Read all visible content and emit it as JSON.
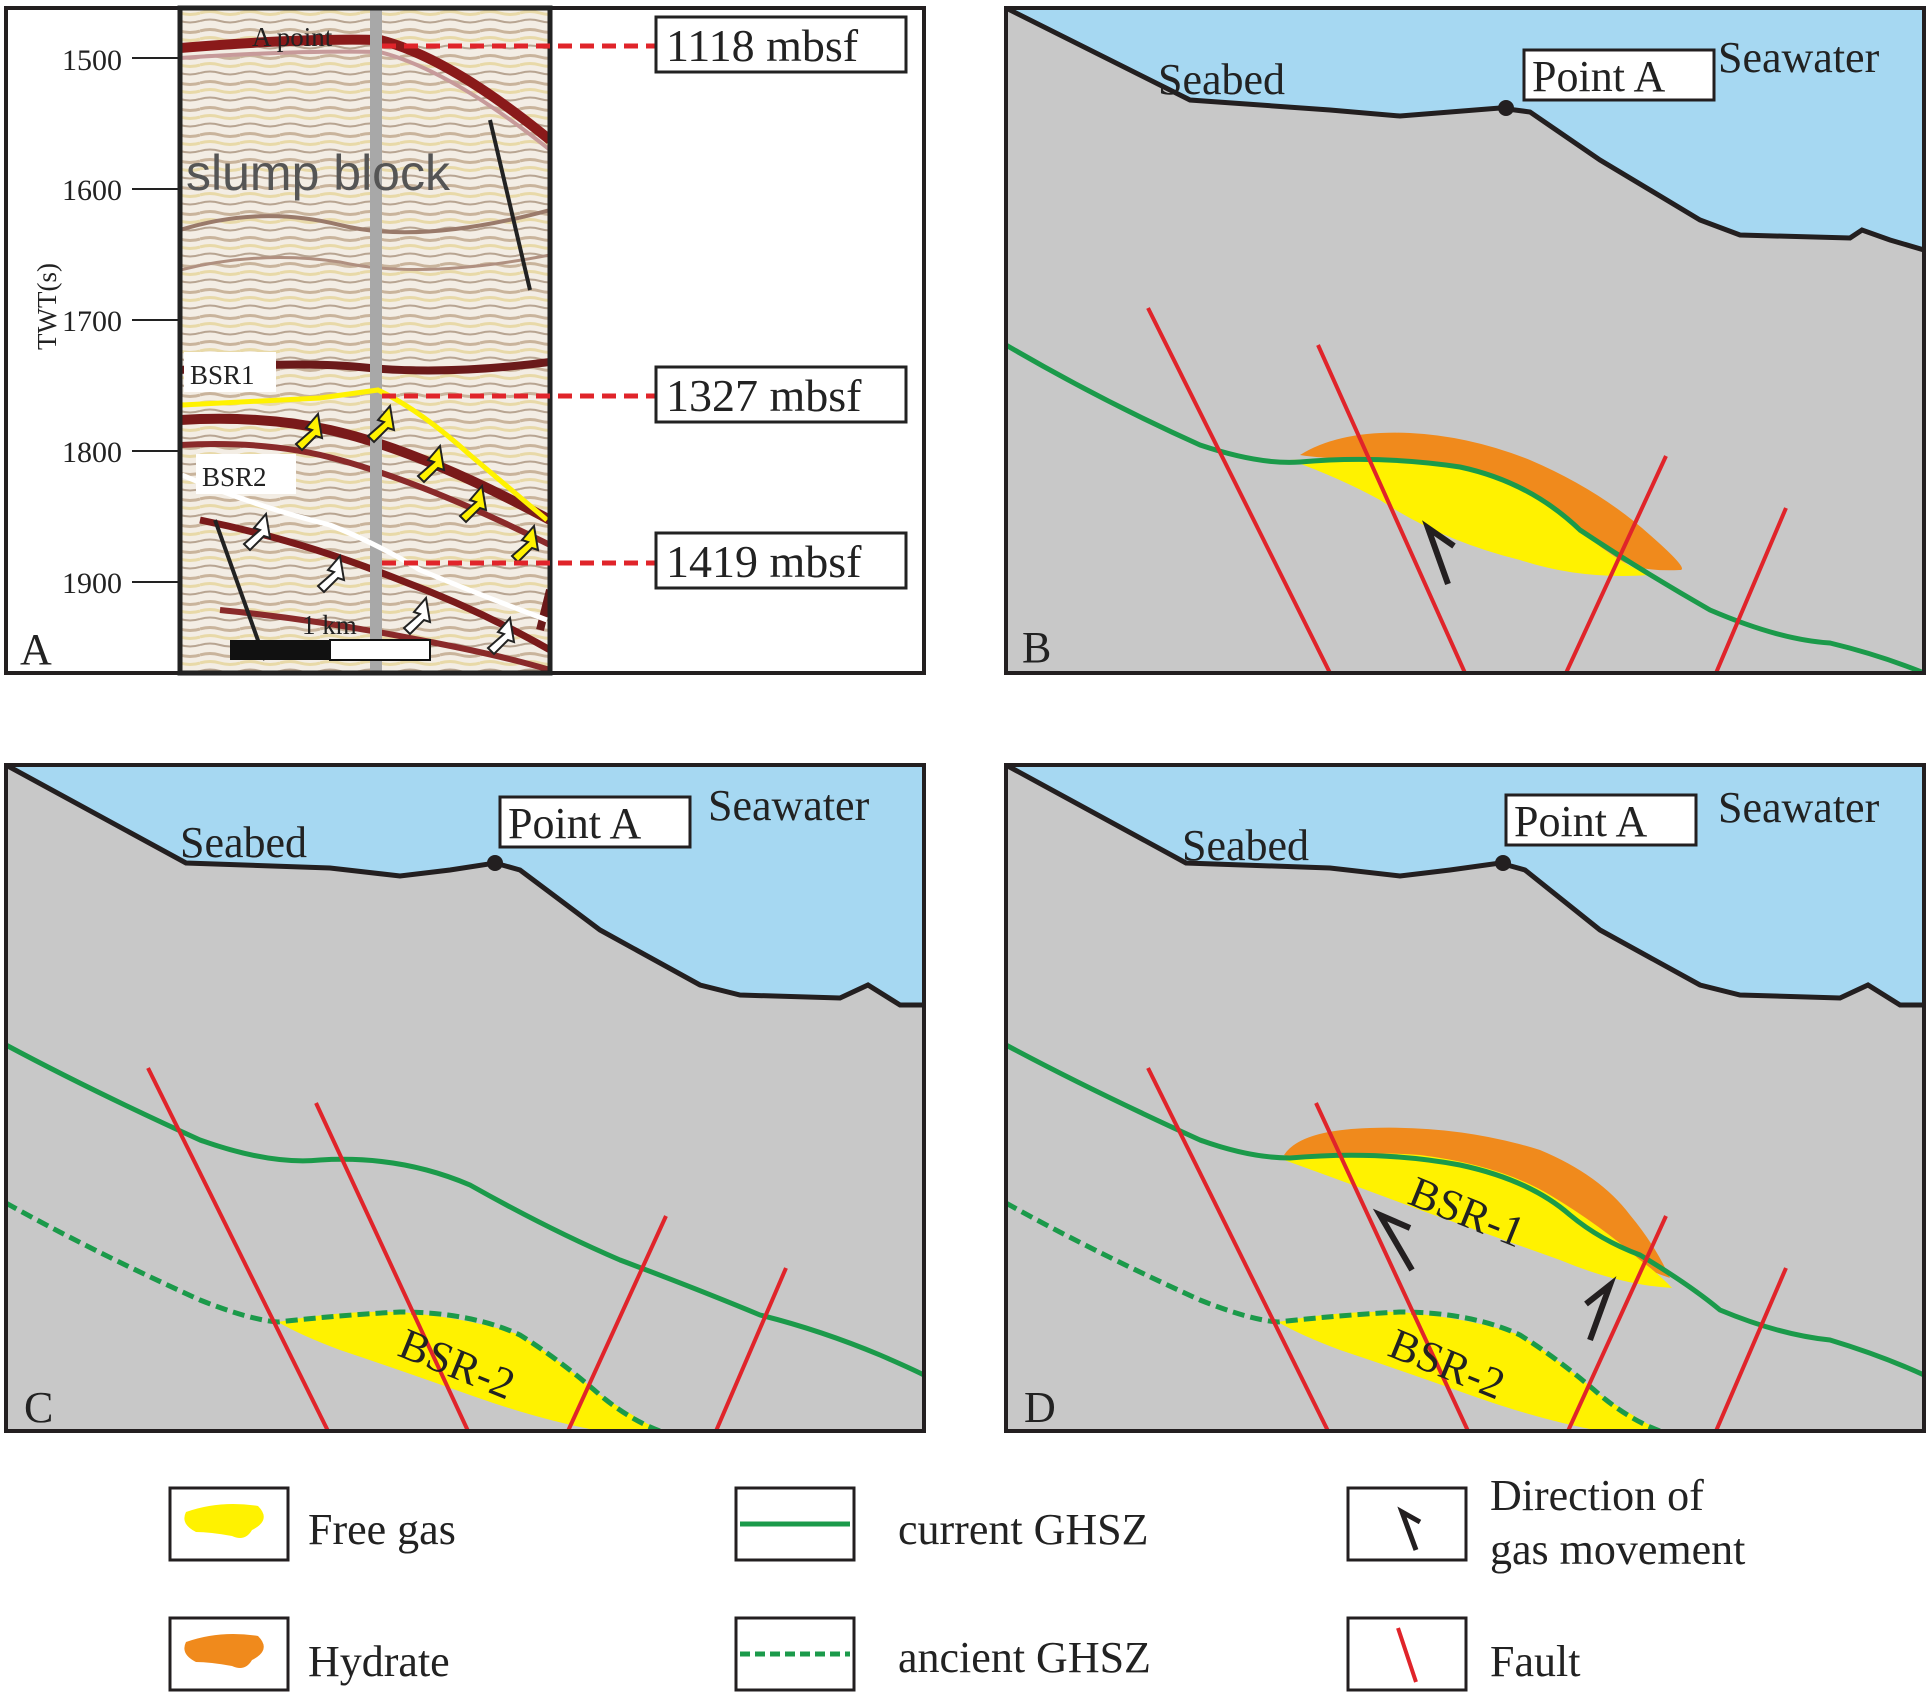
{
  "colors": {
    "seawater": "#a6d8f2",
    "sediment": "#c8c8c8",
    "seabed_line": "#231f20",
    "current_ghsz": "#1b9a4a",
    "ancient_ghsz": "#1b9a4a",
    "fault": "#e0242a",
    "free_gas": "#fff200",
    "hydrate": "#f08a1c",
    "depth_marker": "#e0242a",
    "bsr1": "#fff200",
    "bsr2": "#ffffff"
  },
  "panel_a": {
    "letter": "A",
    "axis_label": "TWT(s)",
    "ticks": [
      "1500",
      "1600",
      "1700",
      "1800",
      "1900"
    ],
    "title_in_image": "A point",
    "feature_label": "slump block",
    "bsr1_label": "BSR1",
    "bsr2_label": "BSR2",
    "scale_label": "1  km",
    "depths": [
      "1118 mbsf",
      "1327 mbsf",
      "1419 mbsf"
    ]
  },
  "panel_b": {
    "letter": "B",
    "seabed": "Seabed",
    "seawater": "Seawater",
    "point": "Point  A"
  },
  "panel_c": {
    "letter": "C",
    "seabed": "Seabed",
    "seawater": "Seawater",
    "point": "Point  A",
    "bsr2": "BSR-2"
  },
  "panel_d": {
    "letter": "D",
    "seabed": "Seabed",
    "seawater": "Seawater",
    "point": "Point  A",
    "bsr1": "BSR-1",
    "bsr2": "BSR-2"
  },
  "legend": {
    "free_gas": "Free  gas",
    "hydrate": "Hydrate",
    "current_ghsz": "current GHSZ",
    "ancient_ghsz": "ancient  GHSZ",
    "direction_line1": "Direction  of",
    "direction_line2": "gas  movement",
    "fault": "Fault"
  }
}
